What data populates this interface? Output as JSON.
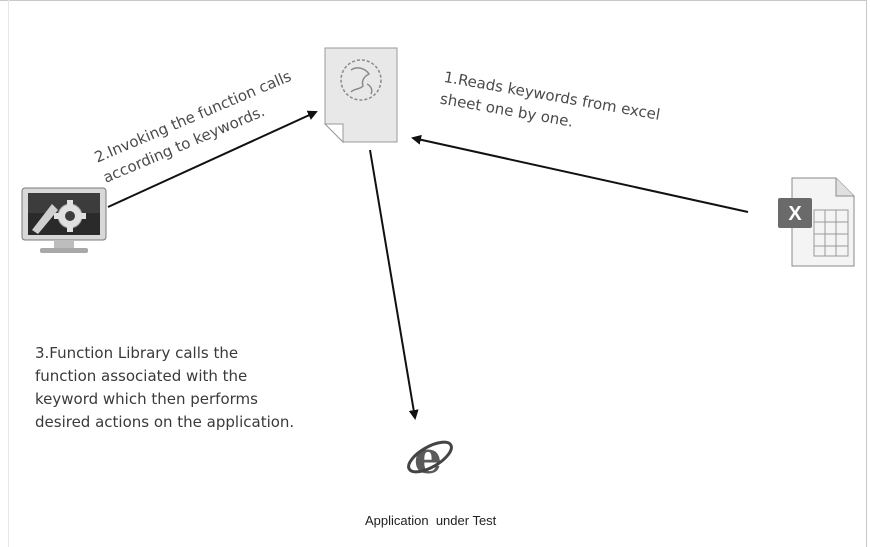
{
  "diagram": {
    "step1": "1.Reads keywords from excel\nsheet one by one.",
    "step2": "2.Invoking the function calls\naccording to keywords.",
    "step3_lines": [
      "3.Function Library calls the",
      "function associated with the",
      "keyword which then performs",
      "desired actions on the application."
    ],
    "aut_caption": "Application  under Test"
  },
  "icons": {
    "function_library": "script-document-icon",
    "test_engine": "computer-gear-icon",
    "keyword_sheet": "excel-file-icon",
    "application": "internet-explorer-icon"
  }
}
